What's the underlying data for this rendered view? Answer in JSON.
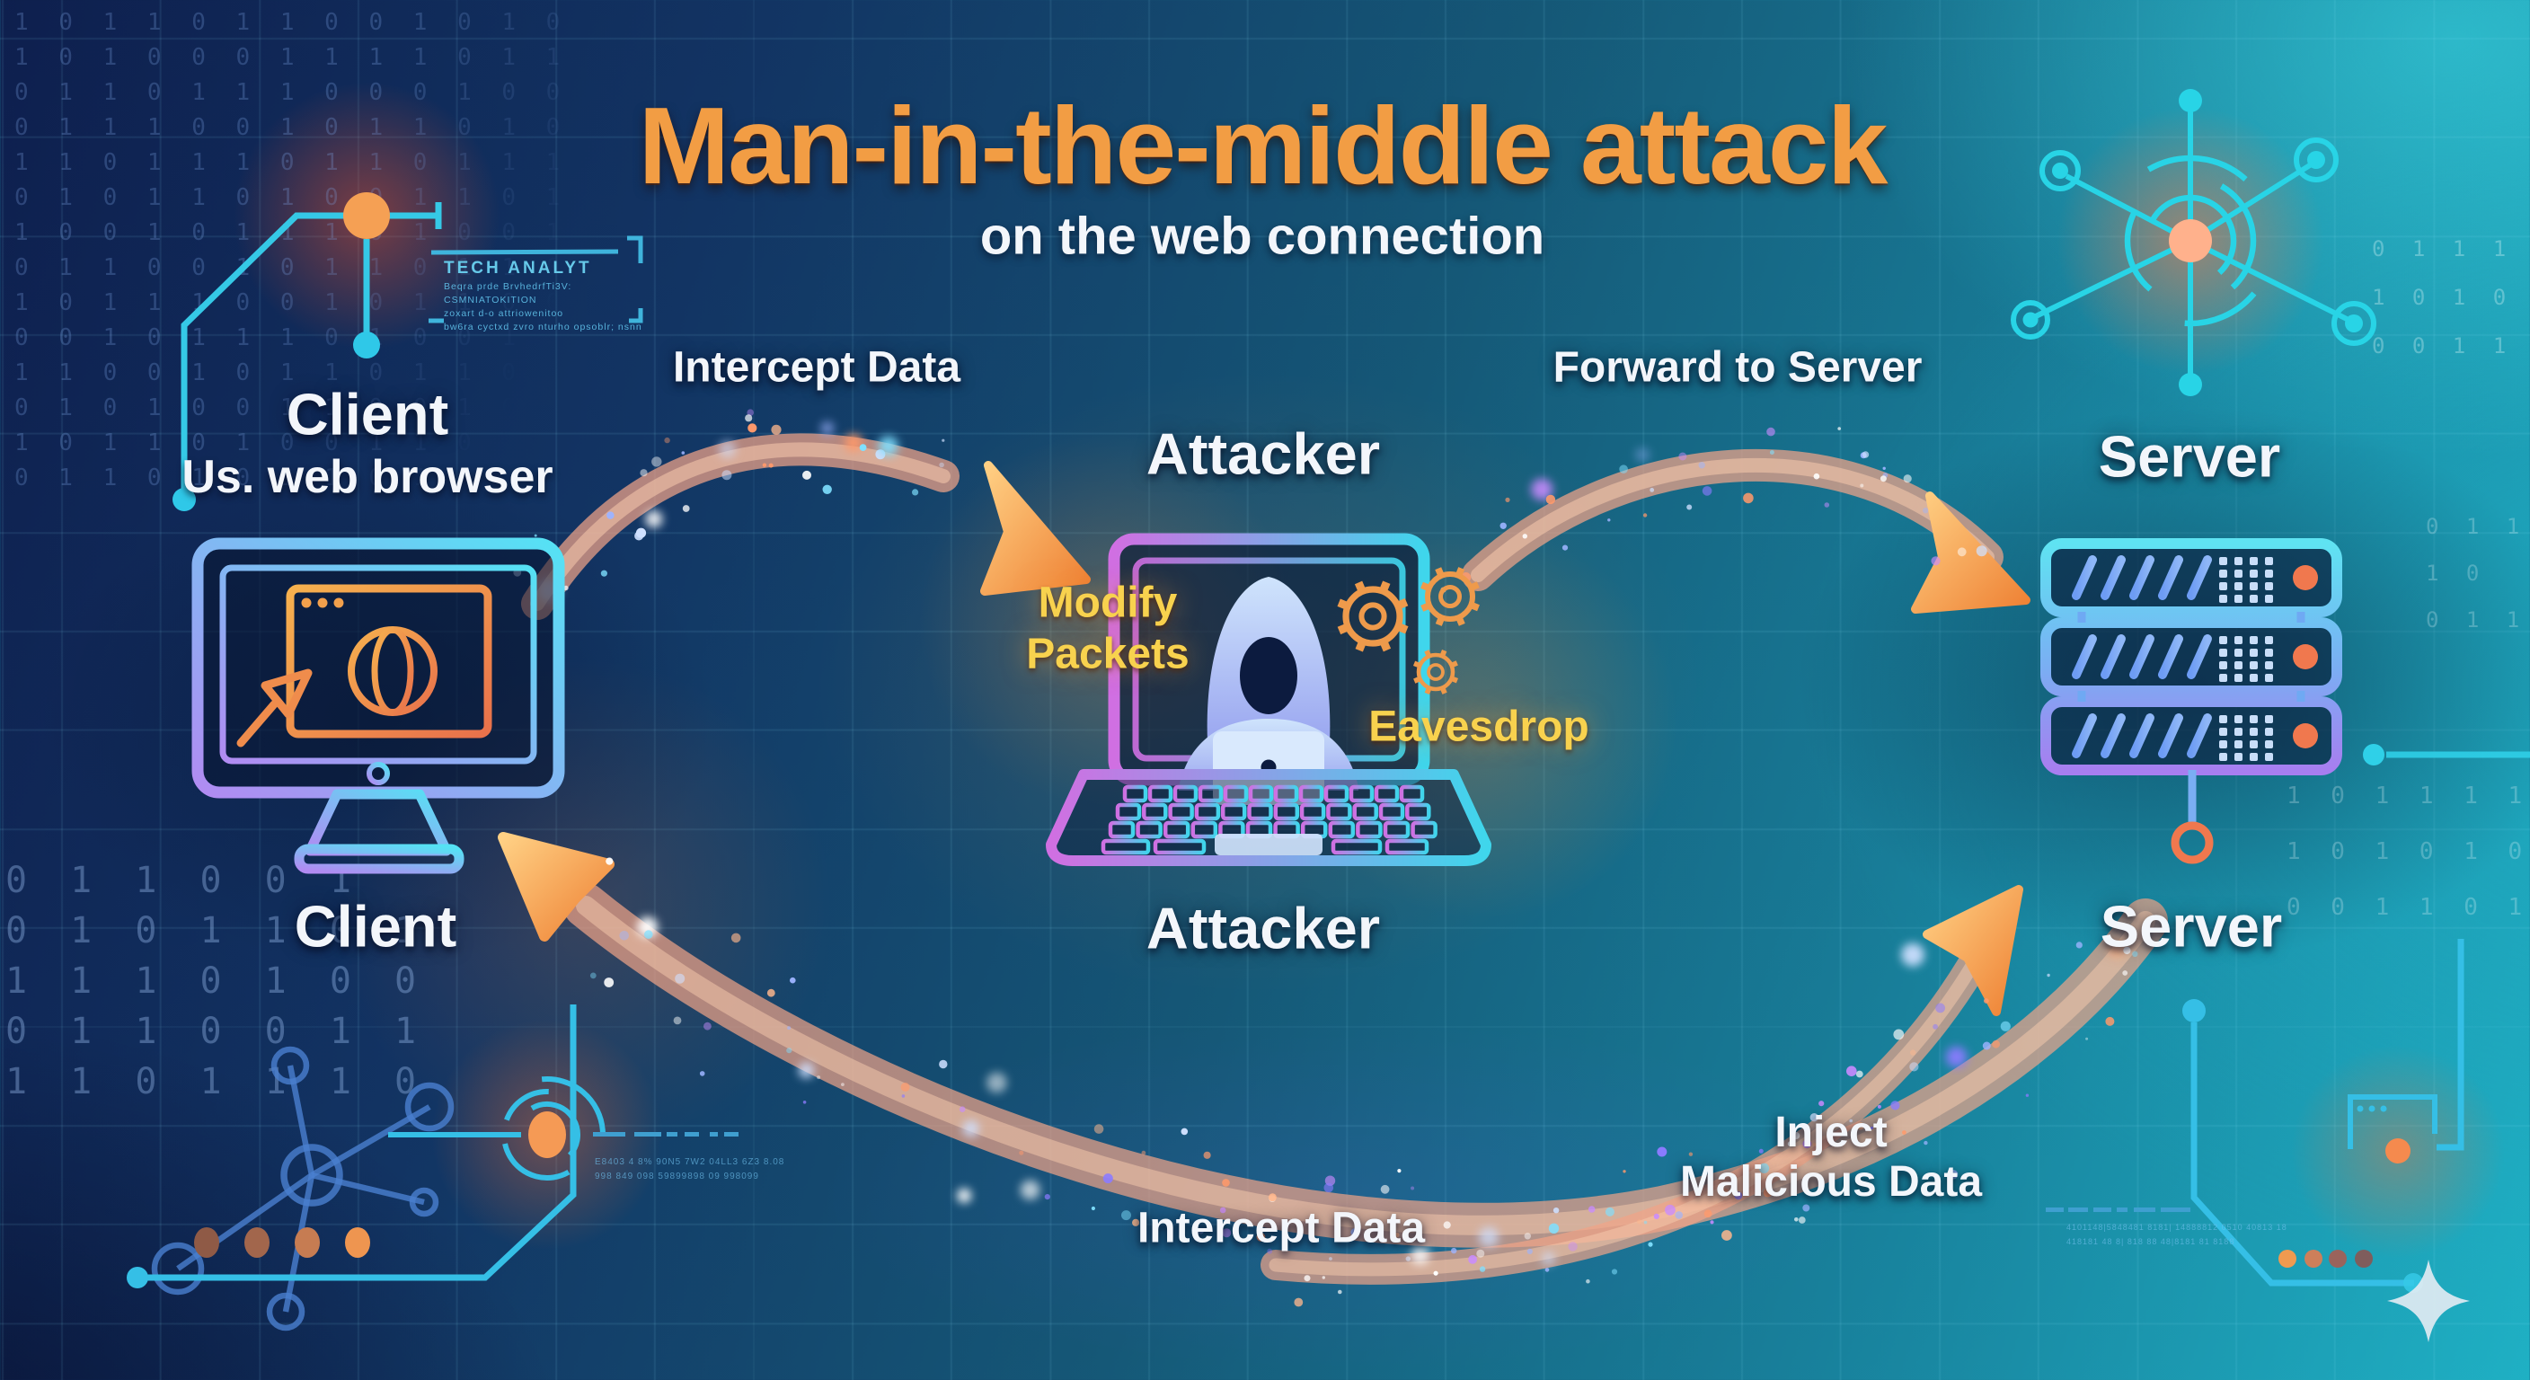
{
  "header": {
    "title": "Man-in-the-middle attack",
    "subtitle": "on the web connection"
  },
  "nodes": {
    "client": {
      "label": "Client",
      "sublabel": "Us. web browser",
      "caption": "Client"
    },
    "attacker": {
      "label": "Attacker",
      "caption": "Attacker",
      "action_left": "Modify Packets",
      "action_right": "Eavesdrop"
    },
    "server": {
      "label": "Server",
      "caption": "Server"
    }
  },
  "flows": {
    "client_to_attacker": "Intercept Data",
    "attacker_to_server": "Forward to Server",
    "server_to_client": "Intercept Data",
    "inject": "Inject\nMalicious Data"
  },
  "decor": {
    "tech_panel": {
      "title": "TECH ANALYT",
      "body": "Beqra prde BrvhedrfTi3V: CSMNIATOKITION\nzoxart d-o attriowenitoo\nbw6ra cyctxd zvro nturho opsoblr; nsnn"
    },
    "target_hud": "E8403 4 8% 90N5 7W2 04LL3 6Z3 8.08\n998 849 098 59899898 09 998099",
    "corner_hud": "4101148|5848481 8181| 14888812 0510 40813 18\n418181 48 8| 818 88 48|8181 81 8188",
    "binary": {
      "top_left": "1 0 1 1 0 1 1 0 0 1 0 1 0\n1 0 1 0 0 0 1 1 1 1 0 1 1\n0 1 1 0 1 1 1 0 0 0 1 0 0\n0 1 1 1 0 0 1 0 1 1 0 1 0\n1 1 0 1 1 1 0 1 1 0 1 1 1\n0 1 0 1 1 0 1 0 0 1 1 0 1\n1 0 0 1 0 1 1 1 0 1 0 0 1\n0 1 1 0 0 1 0 1 1 0 1 1 0\n1 0 1 1 1 0 0 1 0 1 1 0 0\n0 0 1 0 1 1 1 0 1 0 0 1 1\n1 1 0 0 1 0 1 1 0 1 1 0 1\n0 1 0 1 0 0 1 1 0 0 1 0 1\n1 0 1 1 0 1 0 0 1 1 0 1 0\n0 1 1 0 1 0 1 1 0 1 0 0 1",
      "left_lower": "0 1 1 0 0 1\n0 1 0 1 1 0 1\n1 1 1 0 1 0 0\n0 1 1 0 0 1 1\n1 1 0 1 1 1 0",
      "right_top": "0 1 1 1 1\n1 0 1 0 1 0\n0 0 1 1",
      "right_mid": "0 1 1\n1 0\n0 1 1",
      "right_lower": "1 0 1 1 1 1\n1 0 1 0 1 0\n0 0 1 1 0 1"
    }
  },
  "colors": {
    "background_navy": "#0e1f4e",
    "background_teal": "#1fb0c4",
    "title_orange": "#f29d44",
    "label_white": "#f3f6fb",
    "action_yellow": "#f8d24e",
    "circuit_cyan": "#35c9e6",
    "arrow_salmon": "#f2a285",
    "arrowhead_orange": "#f7a14e",
    "icon_purple": "#b18bf2",
    "icon_cyan": "#55e2f4",
    "led_orange": "#f0784e"
  }
}
